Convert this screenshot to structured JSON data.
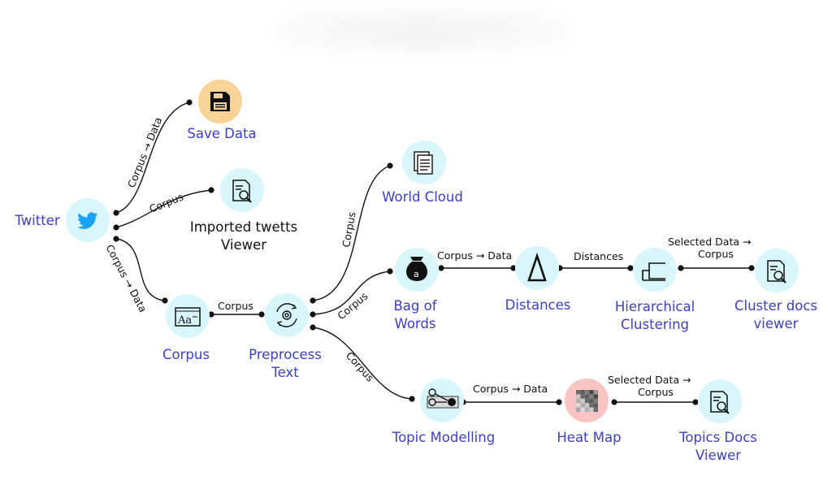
{
  "nodes": {
    "twitter": {
      "label": "Twitter",
      "icon": "twitter-bird-icon"
    },
    "save_data": {
      "label": "Save Data",
      "icon": "floppy-disk-icon"
    },
    "imported_viewer": {
      "label_line1": "Imported twetts",
      "label_line2": "Viewer",
      "icon": "document-search-icon"
    },
    "corpus": {
      "label": "Corpus",
      "icon": "corpus-icon"
    },
    "preprocess": {
      "label_line1": "Preprocess",
      "label_line2": "Text",
      "icon": "gear-cycle-icon"
    },
    "world_cloud": {
      "label": "World Cloud",
      "icon": "documents-icon"
    },
    "bag_of_words": {
      "label_line1": "Bag of",
      "label_line2": "Words",
      "icon": "money-bag-icon"
    },
    "distances": {
      "label": "Distances",
      "icon": "delta-icon"
    },
    "hierarchical": {
      "label_line1": "Hierarchical",
      "label_line2": "Clustering",
      "icon": "dendrogram-icon"
    },
    "cluster_docs": {
      "label_line1": "Cluster docs",
      "label_line2": "viewer",
      "icon": "document-search-icon"
    },
    "topic_modelling": {
      "label": "Topic Modelling",
      "icon": "topic-graph-icon"
    },
    "heat_map": {
      "label": "Heat Map",
      "icon": "heatmap-icon"
    },
    "topics_docs": {
      "label_line1": "Topics Docs",
      "label_line2": "Viewer",
      "icon": "document-search-icon"
    }
  },
  "edges": {
    "twitter_save": "Corpus → Data",
    "twitter_viewer": "Corpus",
    "twitter_corpus": "Corpus → Data",
    "corpus_preprocess": "Corpus",
    "preprocess_cloud": "Corpus",
    "preprocess_bow": "Corpus",
    "preprocess_topic": "Corpus",
    "bow_distances": "Corpus → Data",
    "distances_hier": "Distances",
    "hier_cluster_line1": "Selected Data →",
    "hier_cluster_line2": "Corpus",
    "topic_heat": "Corpus → Data",
    "heat_topics_line1": "Selected Data →",
    "heat_topics_line2": "Corpus"
  },
  "colors": {
    "node_fill": "#d8f6fb",
    "save_fill": "#f8d398",
    "heat_fill": "#f8c4c4",
    "label_color": "#3b3fc0",
    "twitter_blue": "#1da1f2"
  }
}
